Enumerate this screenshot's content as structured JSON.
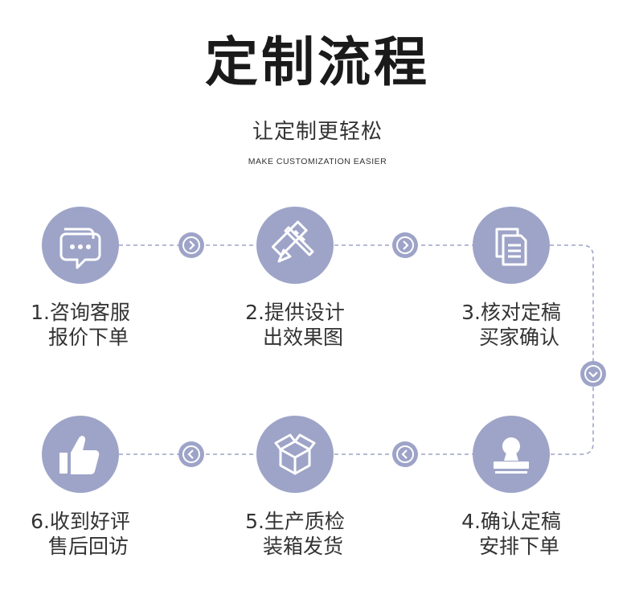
{
  "header": {
    "title": "定制流程",
    "subtitle": "让定制更轻松",
    "subtitle_en": "MAKE CUSTOMIZATION EASIER"
  },
  "colors": {
    "accent": "#9ea4c8",
    "line": "#9ea4c8",
    "text": "#333333"
  },
  "steps": [
    {
      "line1": "1.咨询客服",
      "line2": "报价下单",
      "icon": "chat-bubble-icon"
    },
    {
      "line1": "2.提供设计",
      "line2": "出效果图",
      "icon": "pencil-ruler-icon"
    },
    {
      "line1": "3.核对定稿",
      "line2": "买家确认",
      "icon": "documents-icon"
    },
    {
      "line1": "4.确认定稿",
      "line2": "安排下单",
      "icon": "stamp-icon"
    },
    {
      "line1": "5.生产质检",
      "line2": "装箱发货",
      "icon": "box-icon"
    },
    {
      "line1": "6.收到好评",
      "line2": "售后回访",
      "icon": "thumbs-up-icon"
    }
  ]
}
